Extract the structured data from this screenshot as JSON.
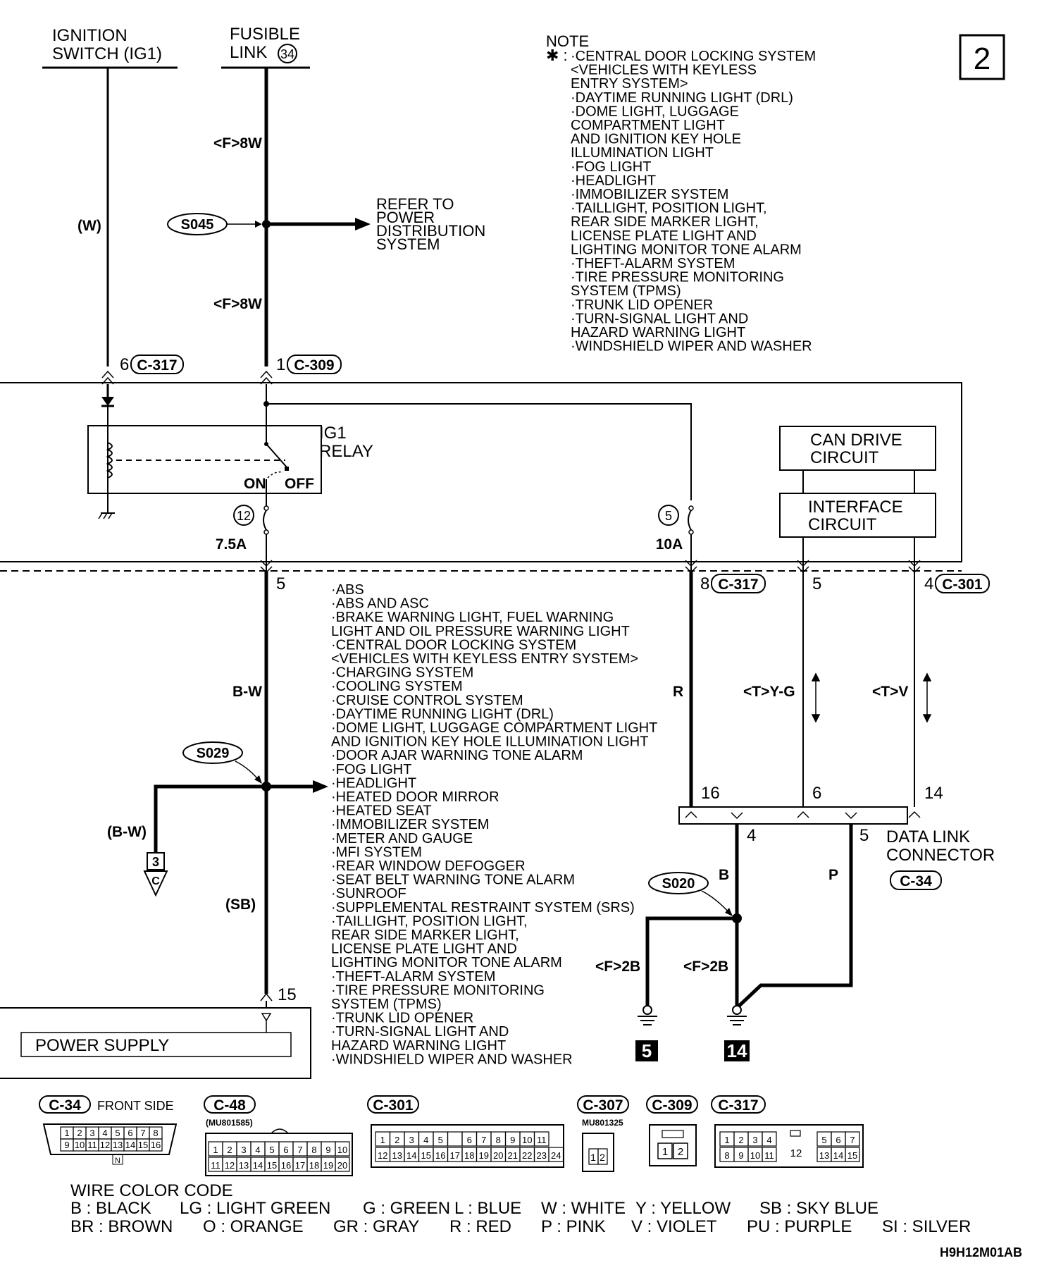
{
  "page_number": "2",
  "image_code": "H9H12M01AB",
  "sources": {
    "ignition_switch": [
      "IGNITION",
      "SWITCH (IG1)"
    ],
    "fusible_link": [
      "FUSIBLE",
      "LINK"
    ],
    "fusible_link_number": "34"
  },
  "note": {
    "title": "NOTE",
    "marker": "✱ :",
    "items": [
      "·CENTRAL DOOR LOCKING SYSTEM",
      " <VEHICLES WITH KEYLESS",
      " ENTRY SYSTEM>",
      "·DAYTIME RUNNING LIGHT (DRL)",
      "·DOME LIGHT, LUGGAGE",
      " COMPARTMENT LIGHT",
      " AND IGNITION KEY HOLE",
      " ILLUMINATION LIGHT",
      "·FOG LIGHT",
      "·HEADLIGHT",
      "·IMMOBILIZER SYSTEM",
      "·TAILLIGHT, POSITION LIGHT,",
      " REAR SIDE MARKER LIGHT,",
      " LICENSE PLATE LIGHT AND",
      " LIGHTING MONITOR TONE ALARM",
      "·THEFT-ALARM SYSTEM",
      "·TIRE PRESSURE MONITORING",
      " SYSTEM (TPMS)",
      "·TRUNK LID OPENER",
      "·TURN-SIGNAL LIGHT AND",
      " HAZARD WARNING LIGHT",
      "·WINDSHIELD WIPER AND WASHER"
    ]
  },
  "wires": {
    "ig1_color": "(W)",
    "fl_top": "<F>8W",
    "fl_bottom": "<F>8W",
    "bw_main": "B-W",
    "bw_branch": "(B-W)",
    "sb": "(SB)",
    "r": "R",
    "yg": "<T>Y-G",
    "v": "<T>V",
    "b": "B",
    "p": "P",
    "ground_left": "<F>2B",
    "ground_right": "<F>2B"
  },
  "splices": {
    "s045": "S045",
    "s029": "S029",
    "s020": "S020"
  },
  "refer_to": [
    "REFER TO",
    "POWER",
    "DISTRIBUTION",
    "SYSTEM"
  ],
  "connectors": {
    "c317_top": {
      "pin": "6",
      "id": "C-317"
    },
    "c309_top": {
      "pin": "1",
      "id": "C-309"
    },
    "c317_bottom": {
      "pin": "8",
      "id": "C-317"
    },
    "c301": {
      "pin": "4",
      "id": "C-301"
    },
    "pin5_left": "5",
    "pin5_mid": "5",
    "pin15": "15"
  },
  "relay": {
    "name": [
      "IG1",
      "RELAY"
    ],
    "on": "ON",
    "off": "OFF"
  },
  "fuses": {
    "f12": {
      "num": "12",
      "rating": "7.5A"
    },
    "f5": {
      "num": "5",
      "rating": "10A"
    }
  },
  "blocks": {
    "can_drive": [
      "CAN DRIVE",
      "CIRCUIT"
    ],
    "interface": [
      "INTERFACE",
      "CIRCUIT"
    ],
    "power_supply": "POWER SUPPLY"
  },
  "dlc": {
    "name": [
      "DATA LINK",
      "CONNECTOR"
    ],
    "id": "C-34",
    "pins_top": [
      "16",
      "6",
      "14"
    ],
    "pins_bottom": [
      "4",
      "5"
    ]
  },
  "grounds": [
    "5",
    "14"
  ],
  "offpage": {
    "num": "3",
    "letter": "C"
  },
  "systems_list": [
    "·ABS",
    "·ABS AND ASC",
    "·BRAKE WARNING LIGHT, FUEL WARNING",
    " LIGHT AND OIL PRESSURE WARNING LIGHT",
    "·CENTRAL DOOR LOCKING SYSTEM",
    " <VEHICLES WITH KEYLESS ENTRY SYSTEM>",
    "·CHARGING SYSTEM",
    "·COOLING SYSTEM",
    "·CRUISE CONTROL SYSTEM",
    "·DAYTIME RUNNING LIGHT (DRL)",
    "·DOME LIGHT, LUGGAGE COMPARTMENT LIGHT",
    " AND IGNITION KEY HOLE ILLUMINATION LIGHT",
    "·DOOR AJAR WARNING TONE ALARM",
    "·FOG LIGHT",
    "·HEADLIGHT",
    "·HEATED DOOR MIRROR",
    "·HEATED SEAT",
    "·IMMOBILIZER SYSTEM",
    "·METER AND GAUGE",
    "·MFI SYSTEM",
    "·REAR WINDOW DEFOGGER",
    "·SEAT BELT WARNING TONE ALARM",
    "·SUNROOF",
    "·SUPPLEMENTAL RESTRAINT SYSTEM (SRS)",
    "·TAILLIGHT, POSITION LIGHT,",
    " REAR SIDE MARKER LIGHT,",
    " LICENSE PLATE LIGHT AND",
    " LIGHTING MONITOR TONE ALARM",
    "·THEFT-ALARM SYSTEM",
    "·TIRE PRESSURE MONITORING",
    " SYSTEM (TPMS)",
    "·TRUNK LID OPENER",
    "·TURN-SIGNAL LIGHT AND",
    " HAZARD WARNING LIGHT",
    "·WINDSHIELD WIPER AND WASHER"
  ],
  "connector_views": {
    "c34": {
      "id": "C-34",
      "label": "FRONT SIDE",
      "row1": [
        "1",
        "2",
        "3",
        "4",
        "5",
        "6",
        "7",
        "8"
      ],
      "row2": [
        "9",
        "10",
        "11",
        "12",
        "13",
        "14",
        "15",
        "16"
      ],
      "mark": "N"
    },
    "c48": {
      "id": "C-48",
      "part": "(MU801585)",
      "row1": [
        "1",
        "2",
        "3",
        "4",
        "5",
        "6",
        "7",
        "8",
        "9",
        "10"
      ],
      "row2": [
        "11",
        "12",
        "13",
        "14",
        "15",
        "16",
        "17",
        "18",
        "19",
        "20"
      ]
    },
    "c301": {
      "id": "C-301",
      "row1": [
        "1",
        "2",
        "3",
        "4",
        "5",
        "",
        "6",
        "7",
        "8",
        "9",
        "10",
        "11"
      ],
      "row2": [
        "12",
        "13",
        "14",
        "15",
        "16",
        "17",
        "18",
        "19",
        "20",
        "21",
        "22",
        "23",
        "24"
      ]
    },
    "c307": {
      "id": "C-307",
      "part": "MU801325",
      "pins": [
        "1",
        "2"
      ]
    },
    "c309": {
      "id": "C-309",
      "pins": [
        "1",
        "2"
      ]
    },
    "c317": {
      "id": "C-317",
      "row1_left": [
        "1",
        "2",
        "3",
        "4"
      ],
      "row1_right": [
        "5",
        "6",
        "7"
      ],
      "center": "12",
      "row2_left": [
        "8",
        "9",
        "10",
        "11"
      ],
      "row2_right": [
        "13",
        "14",
        "15"
      ]
    }
  },
  "wire_color_code": {
    "title": "WIRE COLOR CODE",
    "row1": [
      "B : BLACK",
      "LG : LIGHT GREEN",
      "G : GREEN",
      "L : BLUE",
      "W : WHITE",
      "Y : YELLOW",
      "SB : SKY BLUE"
    ],
    "row2": [
      "BR : BROWN",
      "O : ORANGE",
      "GR : GRAY",
      "R : RED",
      "P : PINK",
      "V : VIOLET",
      "PU : PURPLE",
      "SI : SILVER"
    ]
  }
}
